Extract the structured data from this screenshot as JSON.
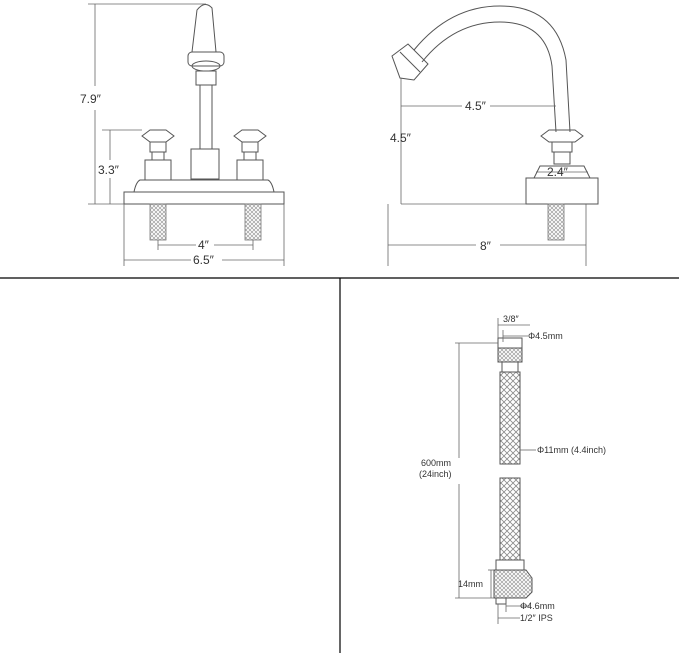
{
  "front_view": {
    "height_total": "7.9″",
    "handle_height": "3.3″",
    "inlet_spacing": "4″",
    "base_width": "6.5″"
  },
  "side_view": {
    "spout_reach": "4.5″",
    "spout_height": "4.5″",
    "base_diameter": "2.4″",
    "overall_depth": "8″"
  },
  "supply_hose": {
    "thread_top": "3/8″",
    "bore_top": "Φ4.5mm",
    "hose_diameter": "Φ11mm (4.4inch)",
    "length_line1": "600mm",
    "length_line2": "(24inch)",
    "nut_length": "14mm",
    "bore_bottom": "Φ4.6mm",
    "thread_bottom": "1/2″ IPS"
  },
  "colors": {
    "line": "#555555",
    "text": "#333333",
    "frame": "#000000",
    "braid": "#999999",
    "thread": "#b0b0b0"
  }
}
